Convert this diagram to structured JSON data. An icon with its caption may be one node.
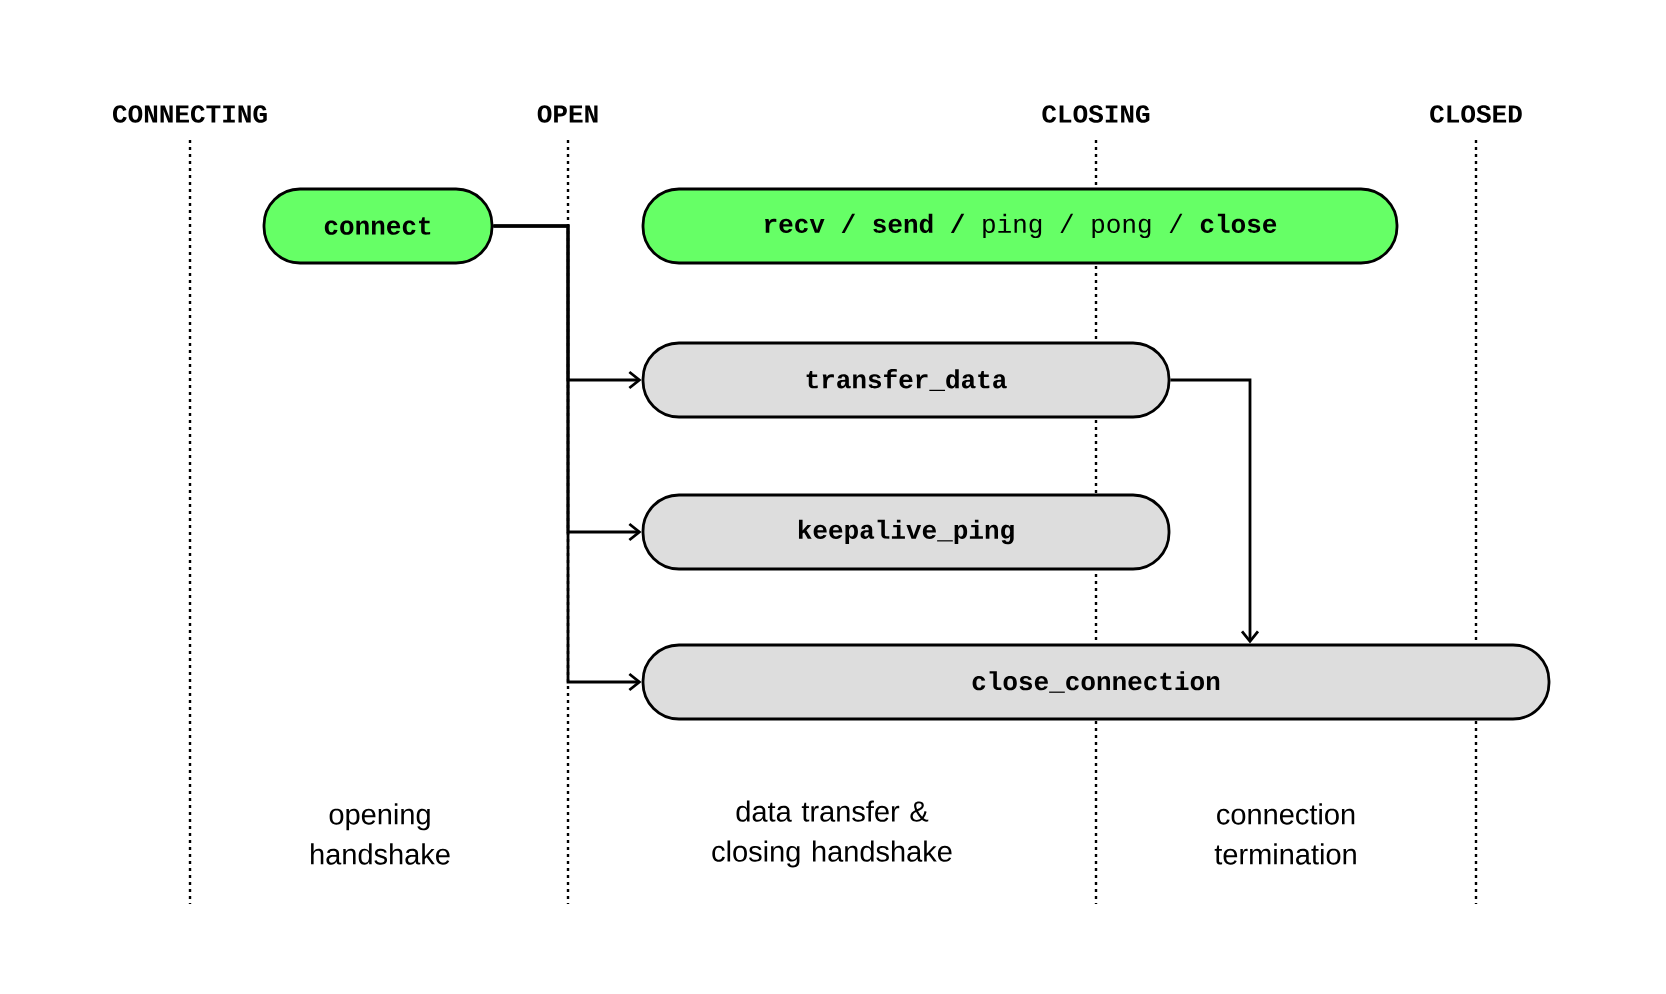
{
  "diagram": {
    "nodes": [
      {
        "text": [
          "connect"
        ]
      },
      {
        "text": [
          "**recv / send /** ping / pong / **close**"
        ]
      },
      {
        "text": [
          "transfer_data"
        ]
      },
      {
        "text": [
          "keepalive_ping"
        ]
      },
      {
        "text": [
          "close_connection"
        ]
      }
    ],
    "edges": [
      {
        "from": 0,
        "to": 2,
        "arrow": "to"
      },
      {
        "from": 0,
        "to": 3,
        "arrow": "to"
      },
      {
        "from": 0,
        "to": 4,
        "arrow": "to"
      },
      {
        "from": 2,
        "to": 4,
        "arrow": "to"
      }
    ],
    "labels": [
      "CONNECTING",
      "OPEN",
      "CLOSING",
      "CLOSED",
      "opening handshake",
      "data transfer & closing handshake",
      "connection termination"
    ]
  }
}
